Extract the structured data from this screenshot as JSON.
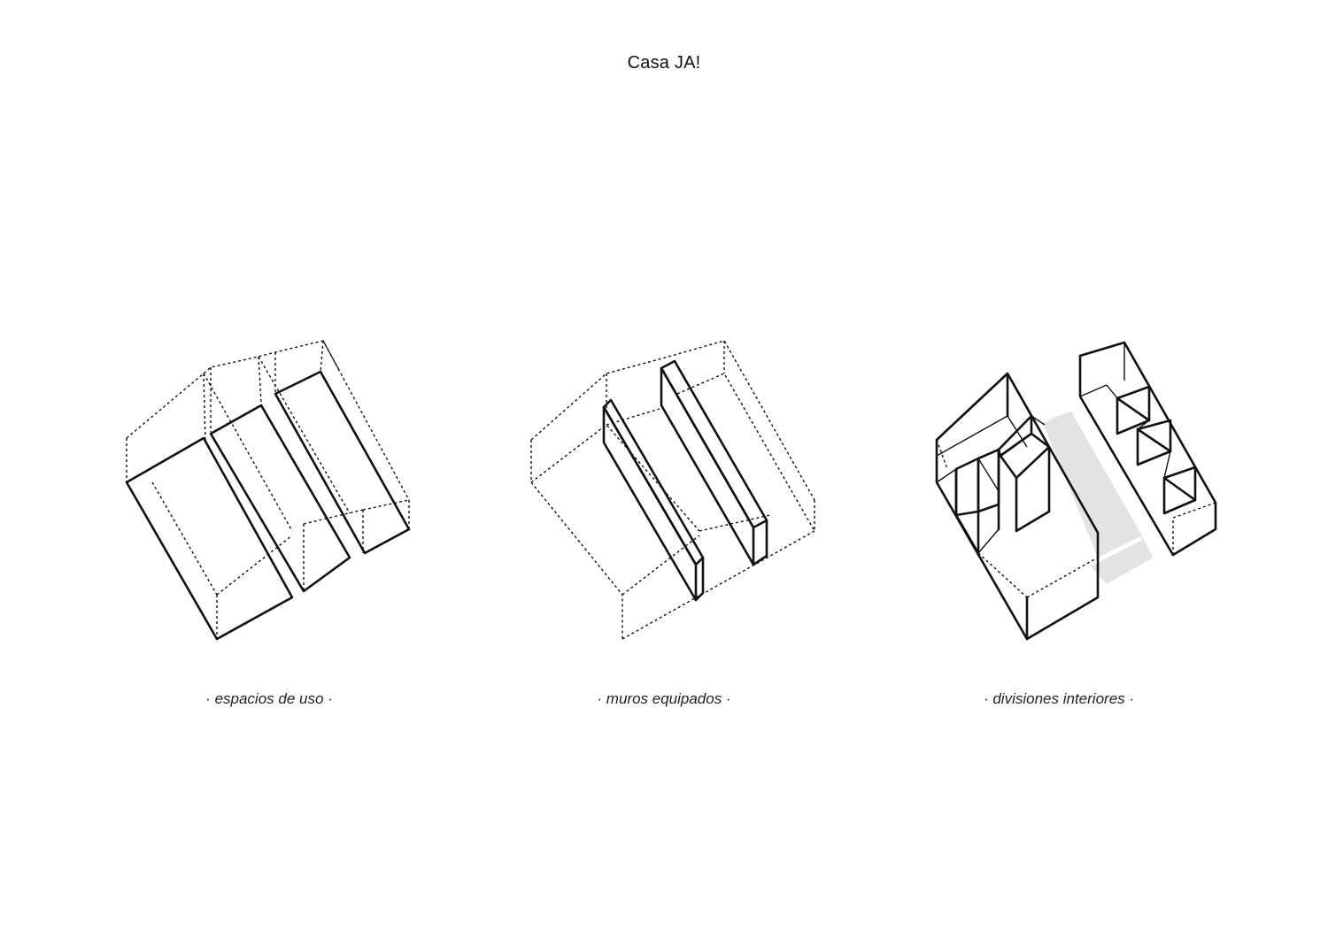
{
  "title": "Casa JA!",
  "diagrams": [
    {
      "caption": "· espacios de uso ·"
    },
    {
      "caption": "· muros equipados ·"
    },
    {
      "caption": "· divisiones interiores ·"
    }
  ],
  "colors": {
    "line": "#111111",
    "shadow": "#e3e3e3",
    "background": "#ffffff"
  }
}
